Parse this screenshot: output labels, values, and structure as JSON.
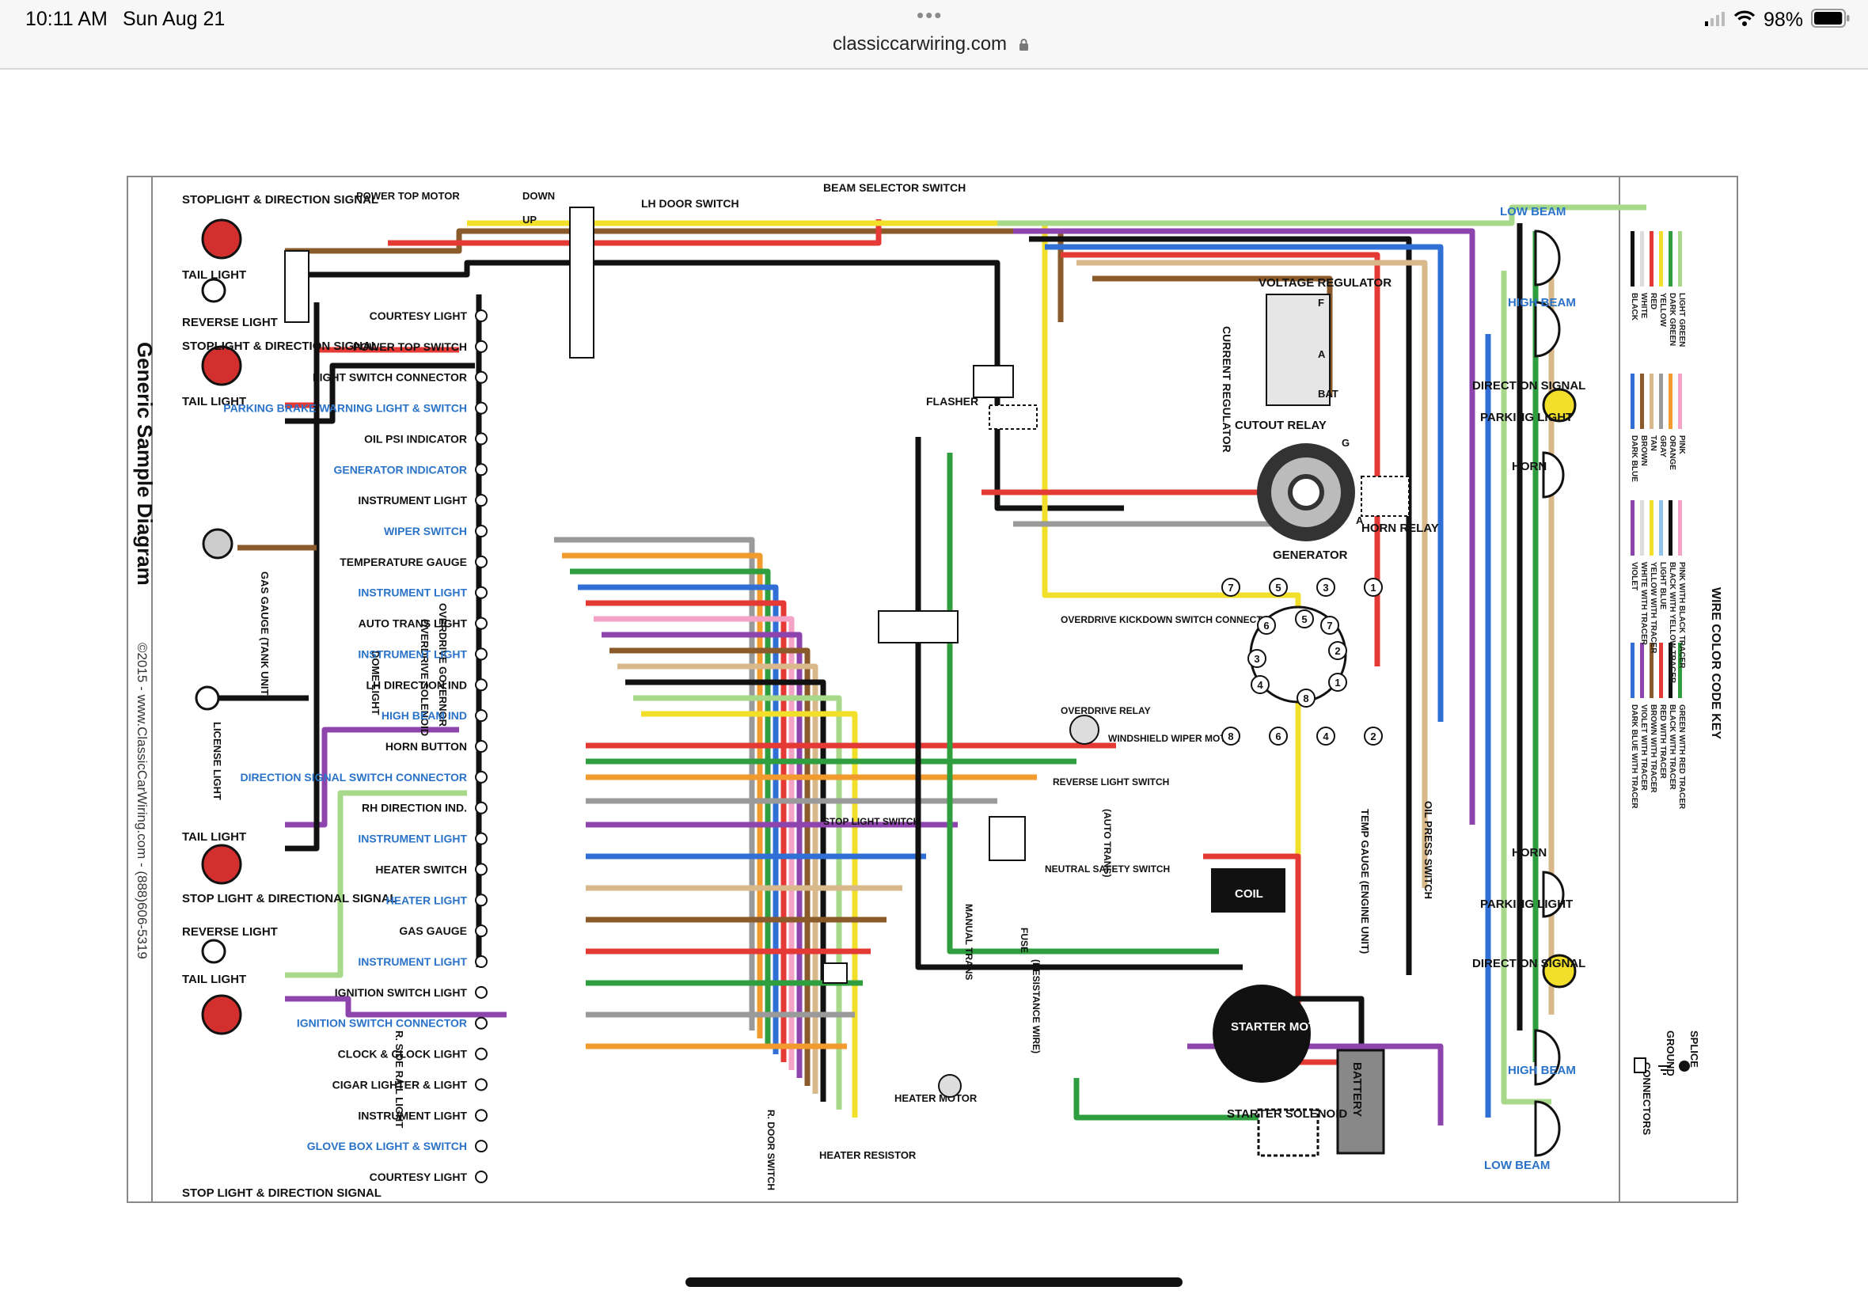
{
  "status_bar": {
    "time": "10:11 AM",
    "date": "Sun Aug 21",
    "url": "classiccarwiring.com",
    "battery_percent": "98%",
    "battery_level": 0.98
  },
  "diagram": {
    "title": "Generic Sample Diagram",
    "copyright": "©2015 - www.ClassicCarWiring.com - (888)606-5319",
    "left_labels": {
      "stoplight_direction_signal_top": "STOPLIGHT & DIRECTION SIGNAL",
      "tail_light_1": "TAIL LIGHT",
      "reverse_light_1": "REVERSE LIGHT",
      "stoplight_direction_signal_2": "STOPLIGHT & DIRECTION SIGNAL",
      "tail_light_2": "TAIL LIGHT",
      "gas_gauge_tank": "GAS GAUGE (TANK UNIT)",
      "license_light": "LICENSE LIGHT",
      "tail_light_3": "TAIL LIGHT",
      "stop_light_directional_signal": "STOP LIGHT & DIRECTIONAL SIGNAL",
      "reverse_light_2": "REVERSE LIGHT",
      "tail_light_4": "TAIL LIGHT",
      "stop_light_direction_signal_bottom": "STOP LIGHT & DIRECTION SIGNAL",
      "power_top_motor": "POWER TOP MOTOR",
      "down": "DOWN",
      "up": "UP",
      "overdrive_governor": "OVERDRIVE GOVERNOR",
      "overdrive_solenoid": "OVERDRIVE SOLENOID",
      "dome_light": "DOME LIGHT",
      "r_side_rail_light": "R. SIDE RAIL LIGHT"
    },
    "dash_labels": [
      {
        "text": "COURTESY LIGHT",
        "blue": false
      },
      {
        "text": "POWER TOP SWITCH",
        "blue": false
      },
      {
        "text": "LIGHT SWITCH CONNECTOR",
        "blue": false
      },
      {
        "text": "PARKING BRAKE WARNING LIGHT & SWITCH",
        "blue": true
      },
      {
        "text": "OIL PSI INDICATOR",
        "blue": false
      },
      {
        "text": "GENERATOR INDICATOR",
        "blue": true
      },
      {
        "text": "INSTRUMENT LIGHT",
        "blue": false
      },
      {
        "text": "WIPER SWITCH",
        "blue": true
      },
      {
        "text": "TEMPERATURE GAUGE",
        "blue": false
      },
      {
        "text": "INSTRUMENT LIGHT",
        "blue": true
      },
      {
        "text": "AUTO TRANS LIGHT",
        "blue": false
      },
      {
        "text": "INSTRUMENT LIGHT",
        "blue": true
      },
      {
        "text": "LH DIRECTION IND",
        "blue": false
      },
      {
        "text": "HIGH BEAM IND",
        "blue": true
      },
      {
        "text": "HORN BUTTON",
        "blue": false
      },
      {
        "text": "DIRECTION SIGNAL SWITCH CONNECTOR",
        "blue": true
      },
      {
        "text": "RH DIRECTION IND.",
        "blue": false
      },
      {
        "text": "INSTRUMENT LIGHT",
        "blue": true
      },
      {
        "text": "HEATER SWITCH",
        "blue": false
      },
      {
        "text": "HEATER LIGHT",
        "blue": true
      },
      {
        "text": "GAS GAUGE",
        "blue": false
      },
      {
        "text": "INSTRUMENT LIGHT",
        "blue": true
      },
      {
        "text": "IGNITION SWITCH LIGHT",
        "blue": false
      },
      {
        "text": "IGNITION SWITCH CONNECTOR",
        "blue": true
      },
      {
        "text": "CLOCK & CLOCK LIGHT",
        "blue": false
      },
      {
        "text": "CIGAR LIGHTER & LIGHT",
        "blue": false
      },
      {
        "text": "INSTRUMENT LIGHT",
        "blue": false
      },
      {
        "text": "GLOVE BOX LIGHT & SWITCH",
        "blue": true
      },
      {
        "text": "COURTESY LIGHT",
        "blue": false
      }
    ],
    "center_labels": {
      "lh_door_switch": "LH DOOR SWITCH",
      "beam_selector_switch": "BEAM SELECTOR SWITCH",
      "flasher": "FLASHER",
      "overdrive_kickdown": "OVERDRIVE KICKDOWN SWITCH CONNECTOR",
      "overdrive_relay": "OVERDRIVE RELAY",
      "windshield_wiper_motor": "WINDSHIELD WIPER MOTOR",
      "reverse_light_switch": "REVERSE LIGHT SWITCH",
      "auto_trans": "(AUTO TRANS)",
      "neutral_safety_switch": "NEUTRAL SAFETY SWITCH",
      "stop_light_switch": "STOP LIGHT SWITCH",
      "manual_trans": "MANUAL TRANS",
      "fuse": "FUSE",
      "resistance_wire": "(RESISTANCE WIRE)",
      "heater_motor": "HEATER MOTOR",
      "heater_resistor": "HEATER RESISTOR",
      "r_door_switch": "R. DOOR SWITCH"
    },
    "right_labels": {
      "low_beam_top": "LOW BEAM",
      "high_beam_top": "HIGH BEAM",
      "direction_signal_top": "DIRECTION SIGNAL",
      "parking_light_top": "PARKING LIGHT",
      "horn_top": "HORN",
      "voltage_regulator": "VOLTAGE REGULATOR",
      "current_regulator": "CURRENT REGULATOR",
      "cutout_relay": "CUTOUT RELAY",
      "generator": "GENERATOR",
      "horn_relay": "HORN RELAY",
      "coil": "COIL",
      "temp_gauge": "TEMP GAUGE (ENGINE UNIT)",
      "oil_press_switch": "OIL PRESS SWITCH",
      "starter_motor": "STARTER MOTOR",
      "starter_solenoid": "STARTER SOLENOID",
      "battery": "BATTERY",
      "horn_bottom": "HORN",
      "parking_light_bottom": "PARKING LIGHT",
      "direction_signal_bottom": "DIRECTION SIGNAL",
      "high_beam_bottom": "HIGH BEAM",
      "low_beam_bottom": "LOW BEAM",
      "reg_f": "F",
      "reg_a": "A",
      "reg_bat": "BAT",
      "gen_g": "G",
      "gen_a": "A"
    },
    "distributor_numbers": [
      "7",
      "5",
      "3",
      "1",
      "6",
      "5",
      "7",
      "2",
      "3",
      "1",
      "4",
      "8",
      "8",
      "6",
      "4",
      "2"
    ],
    "legend": {
      "title": "WIRE COLOR CODE KEY",
      "colors": [
        {
          "name": "BLACK",
          "hex": "#111111"
        },
        {
          "name": "WHITE",
          "hex": "#dddddd"
        },
        {
          "name": "RED",
          "hex": "#e53935"
        },
        {
          "name": "YELLOW",
          "hex": "#f2df2a"
        },
        {
          "name": "DARK GREEN",
          "hex": "#2e9e3e"
        },
        {
          "name": "LIGHT GREEN",
          "hex": "#a8d98a"
        },
        {
          "name": "DARK BLUE",
          "hex": "#2f6fd6"
        },
        {
          "name": "BROWN",
          "hex": "#8b5a2b"
        },
        {
          "name": "TAN",
          "hex": "#d9b98c"
        },
        {
          "name": "GRAY",
          "hex": "#9a9a9a"
        },
        {
          "name": "ORANGE",
          "hex": "#f29a2e"
        },
        {
          "name": "PINK",
          "hex": "#f4a3c7"
        },
        {
          "name": "VIOLET",
          "hex": "#8e44ad"
        },
        {
          "name": "WHITE WITH TRACER",
          "hex": "#dddddd"
        },
        {
          "name": "YELLOW WITH TRACER",
          "hex": "#f2df2a"
        },
        {
          "name": "LIGHT BLUE",
          "hex": "#8fc3ec"
        },
        {
          "name": "BLACK WITH YELLOW TRACER",
          "hex": "#111111"
        },
        {
          "name": "PINK WITH BLACK TRACER",
          "hex": "#f4a3c7"
        },
        {
          "name": "DARK BLUE WITH TRACER",
          "hex": "#2f6fd6"
        },
        {
          "name": "VIOLET WITH TRACER",
          "hex": "#8e44ad"
        },
        {
          "name": "BROWN WITH TRACER",
          "hex": "#8b5a2b"
        },
        {
          "name": "RED WITH TRACER",
          "hex": "#e53935"
        },
        {
          "name": "BLACK WITH TRACER",
          "hex": "#111111"
        },
        {
          "name": "GREEN WITH RED TRACER",
          "hex": "#2e9e3e"
        }
      ],
      "symbols": {
        "connectors": "CONNECTORS",
        "ground": "GROUND",
        "splice": "SPLICE"
      }
    }
  }
}
